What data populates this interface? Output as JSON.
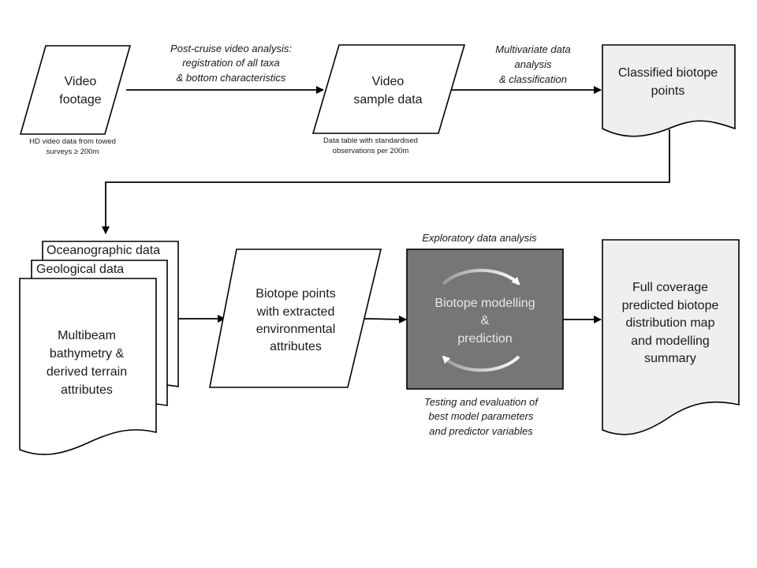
{
  "colors": {
    "process_fill": "#767676",
    "process_text": "#e8e8e8",
    "doc_fill": "#efefef",
    "stroke": "#000000"
  },
  "nodes": {
    "video_footage": {
      "lines": [
        "Video",
        "footage"
      ]
    },
    "video_sample": {
      "lines": [
        "Video",
        "sample data"
      ]
    },
    "classified": {
      "lines": [
        "Classified biotope",
        "points"
      ]
    },
    "oceanographic": {
      "label": "Oceanographic data"
    },
    "geological": {
      "label": "Geological data"
    },
    "multibeam": {
      "lines": [
        "Multibeam",
        "bathymetry  &",
        "derived terrain",
        "attributes"
      ]
    },
    "biotope_points": {
      "lines": [
        "Biotope points",
        "with extracted",
        "environmental",
        "attributes"
      ]
    },
    "modelling": {
      "lines": [
        "Biotope modelling",
        "&",
        "prediction"
      ]
    },
    "full_coverage": {
      "lines": [
        "Full coverage",
        "predicted biotope",
        "distribution map",
        "and modelling",
        "summary"
      ]
    }
  },
  "annotations": {
    "post_cruise": [
      "Post-cruise video analysis:",
      "registration of all taxa",
      "& bottom characteristics"
    ],
    "multivariate": [
      "Multivariate data",
      "analysis",
      "& classification"
    ],
    "exploratory": [
      "Exploratory data analysis"
    ],
    "testing": [
      "Testing and evaluation of",
      "best model parameters",
      "and predictor variables"
    ],
    "hd_video": [
      "HD video data from towed",
      "surveys ≥ 200m"
    ],
    "data_table": [
      "Data table with standardised",
      "observations per 200m"
    ]
  }
}
